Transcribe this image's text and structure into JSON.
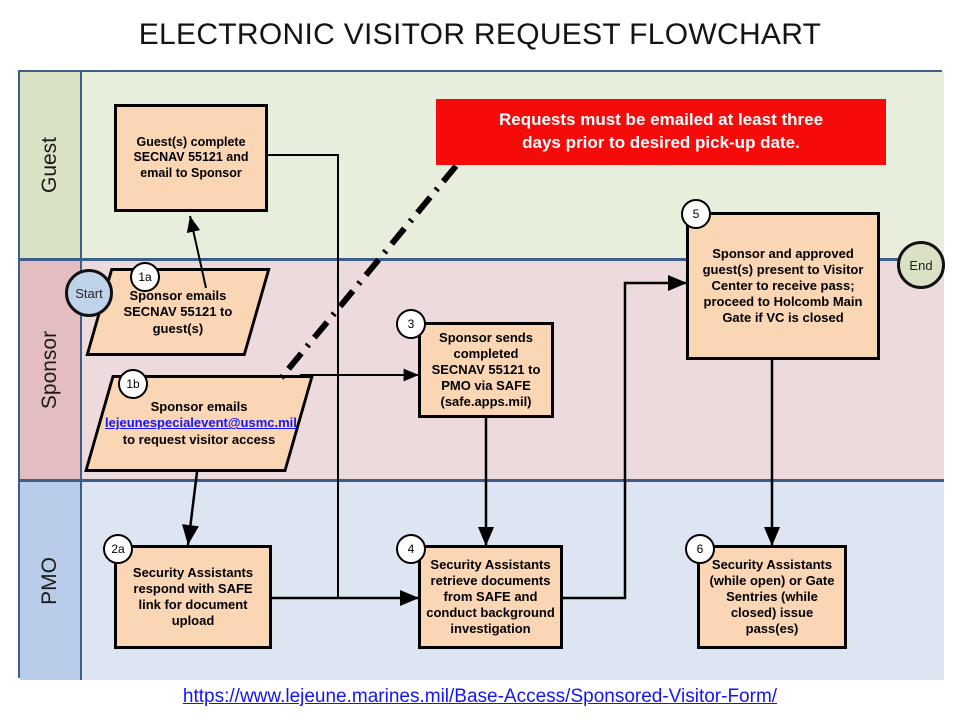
{
  "title": "ELECTRONIC VISITOR REQUEST FLOWCHART",
  "colors": {
    "lane_border": "#3c5f8a",
    "node_fill": "#fad6b4",
    "note_bg": "#f60a0a",
    "link": "#1414ff",
    "guest_lane": "#e8eedc",
    "sponsor_lane": "#eddadd",
    "pmo_lane": "#dce5f1"
  },
  "lanes": [
    {
      "id": "guest",
      "label": "Guest"
    },
    {
      "id": "sponsor",
      "label": "Sponsor"
    },
    {
      "id": "pmo",
      "label": "PMO"
    }
  ],
  "terminators": {
    "start": "Start",
    "end": "End"
  },
  "note": {
    "line1": "Requests must be emailed at least three",
    "line2": "days prior to desired pick-up date."
  },
  "nodes": {
    "guest_complete": {
      "badge": "",
      "text": "Guest(s) complete SECNAV 55121 and email to Sponsor"
    },
    "sponsor_emails_guests": {
      "badge": "1a",
      "text": "Sponsor emails SECNAV 55121 to guest(s)"
    },
    "sponsor_emails_request": {
      "badge": "1b",
      "prefix": "Sponsor emails ",
      "link": "lejeunespecialevent@usmc.mil",
      "suffix": " to request visitor access"
    },
    "sa_respond_safe": {
      "badge": "2a",
      "text": "Security Assistants respond with SAFE link for document upload"
    },
    "sponsor_sends_safe": {
      "badge": "3",
      "text": "Sponsor sends completed SECNAV 55121 to PMO via SAFE (safe.apps.mil)"
    },
    "sa_retrieve_docs": {
      "badge": "4",
      "text": "Security Assistants retrieve documents from SAFE and conduct background investigation"
    },
    "present_visitor_center": {
      "badge": "5",
      "text": "Sponsor and approved guest(s) present to Visitor Center to receive pass; proceed to Holcomb Main Gate if VC is closed"
    },
    "issue_passes": {
      "badge": "6",
      "text": "Security Assistants (while open) or Gate Sentries (while closed) issue pass(es)"
    }
  },
  "footer": {
    "url": "https://www.lejeune.marines.mil/Base-Access/Sponsored-Visitor-Form/"
  }
}
